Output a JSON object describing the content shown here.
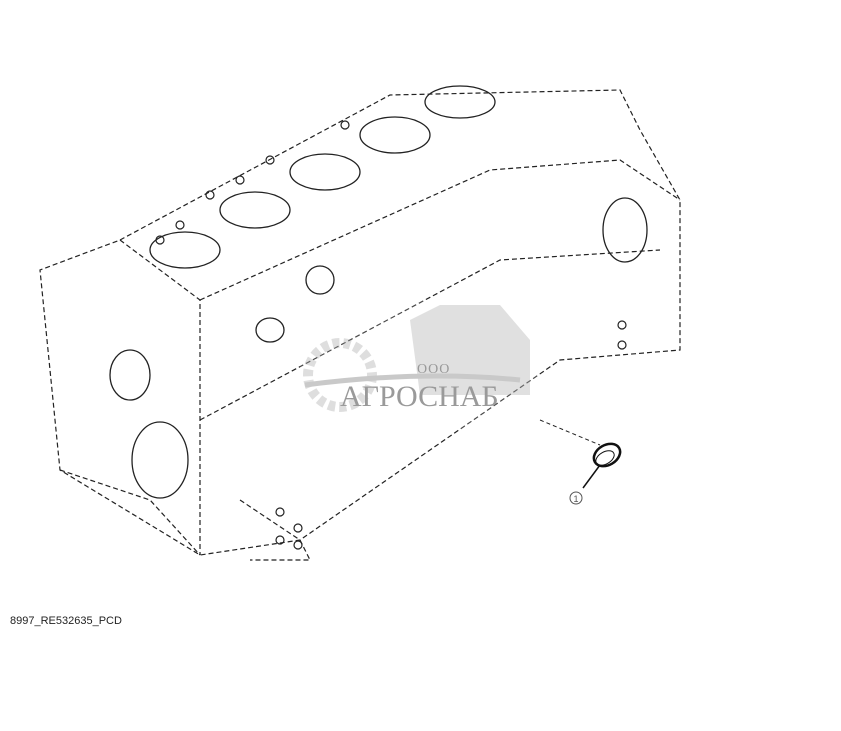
{
  "figure": {
    "caption": "8997_RE532635_PCD",
    "callouts": [
      {
        "label": "1"
      }
    ],
    "watermark": {
      "prefix": "ООО",
      "name": "АГРОСНАБ"
    },
    "line_color": "#222222",
    "watermark_color": "#9a9a9a"
  }
}
